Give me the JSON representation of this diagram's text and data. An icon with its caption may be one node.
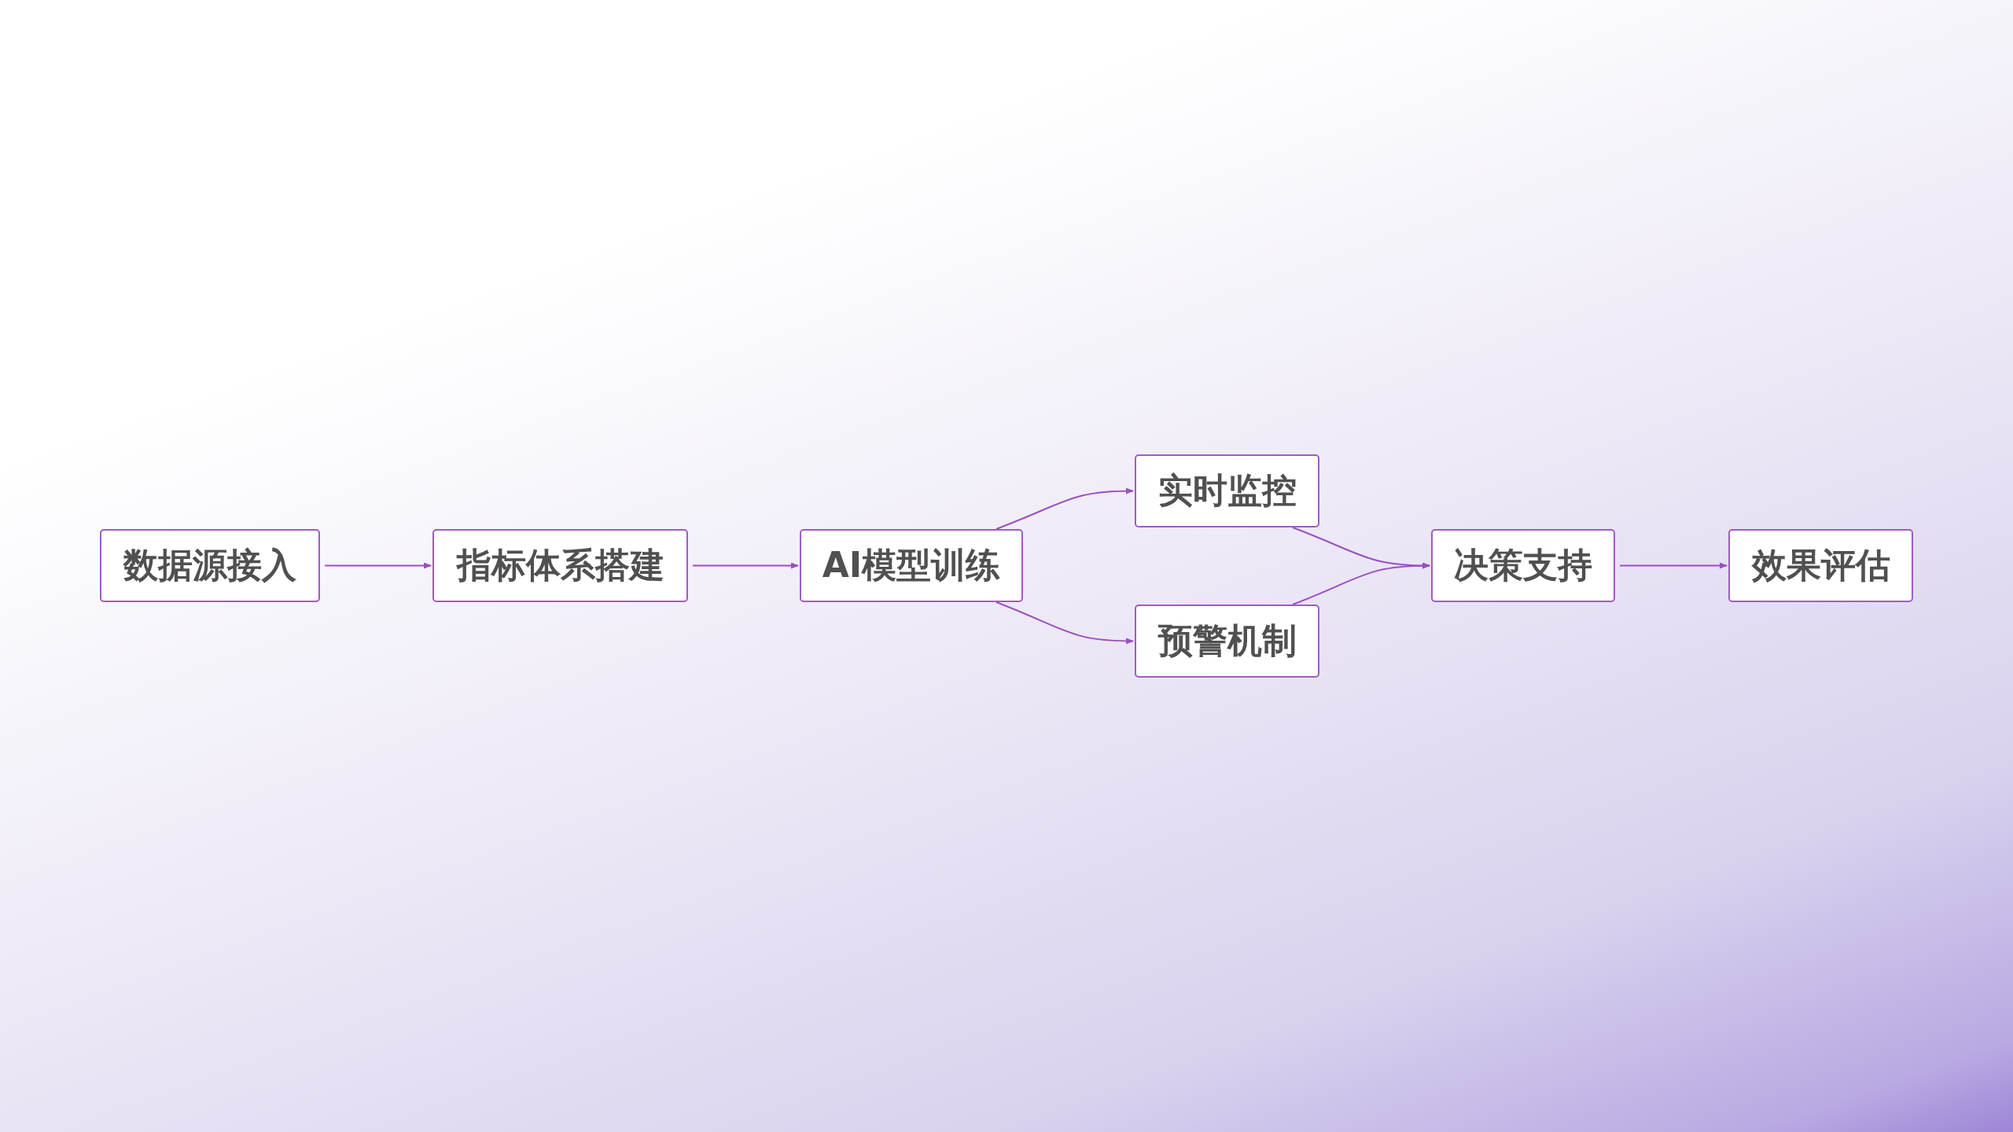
{
  "diagram": {
    "nodes": [
      {
        "text": [
          "数据源接入"
        ]
      },
      {
        "text": [
          "指标体系搭建"
        ]
      },
      {
        "text": [
          "AI模型训练"
        ]
      },
      {
        "text": [
          "实时监控"
        ]
      },
      {
        "text": [
          "预警机制"
        ]
      },
      {
        "text": [
          "决策支持"
        ]
      },
      {
        "text": [
          "效果评估"
        ]
      }
    ],
    "edges": [
      {
        "from": 0,
        "to": 1,
        "arrow": "to"
      },
      {
        "from": 1,
        "to": 2,
        "arrow": "to"
      },
      {
        "from": 2,
        "to": 3,
        "arrow": "to"
      },
      {
        "from": 2,
        "to": 4,
        "arrow": "to"
      },
      {
        "from": 3,
        "to": 5,
        "arrow": "to"
      },
      {
        "from": 4,
        "to": 5,
        "arrow": "to"
      },
      {
        "from": 5,
        "to": 6,
        "arrow": "to"
      }
    ]
  }
}
